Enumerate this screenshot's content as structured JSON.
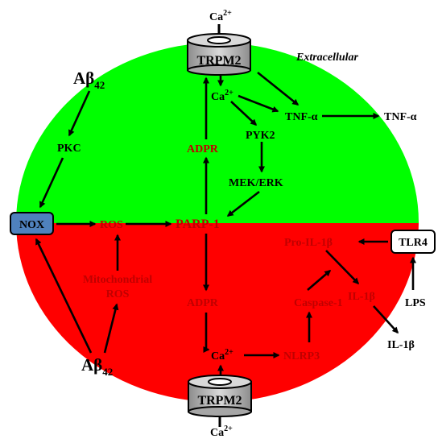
{
  "regions": {
    "extracellular_label": "Extracellular",
    "top_color": "#00ff00",
    "bottom_color": "#ff0000"
  },
  "nodes": {
    "ca_top": {
      "base": "Ca",
      "sup": "2+"
    },
    "trpm2_top": "TRPM2",
    "ca_inner_top": {
      "base": "Ca",
      "sup": "2+"
    },
    "tnf_inner": "TNF-α",
    "tnf_outer": "TNF-α",
    "pyk2": "PYK2",
    "mek_erk": "MEK/ERK",
    "adpr_top": "ADPR",
    "abeta_top": {
      "base": "Aβ",
      "sub": "42"
    },
    "pkc": "PKC",
    "nox": "NOX",
    "ros": "ROS",
    "parp1": "PARP-1",
    "pro_il1b": "Pro-IL-1β",
    "tlr4": "TLR4",
    "mito_ros_line1": "Mitochondrial",
    "mito_ros_line2": "ROS",
    "adpr_bottom": "ADPR",
    "caspase1": "Caspase-1",
    "il1b_inner": "IL-1β",
    "lps": "LPS",
    "il1b_outer": "IL-1β",
    "abeta_bottom": {
      "base": "Aβ",
      "sub": "42"
    },
    "ca_inner_bottom": {
      "base": "Ca",
      "sup": "2+"
    },
    "nlrp3": "NLRP3",
    "trpm2_bottom": "TRPM2",
    "ca_bottom": {
      "base": "Ca",
      "sup": "2+"
    }
  },
  "colors": {
    "nox_fill": "#4f81bd",
    "channel_fill": "#bfbfbf",
    "red_text": "#c00000"
  }
}
